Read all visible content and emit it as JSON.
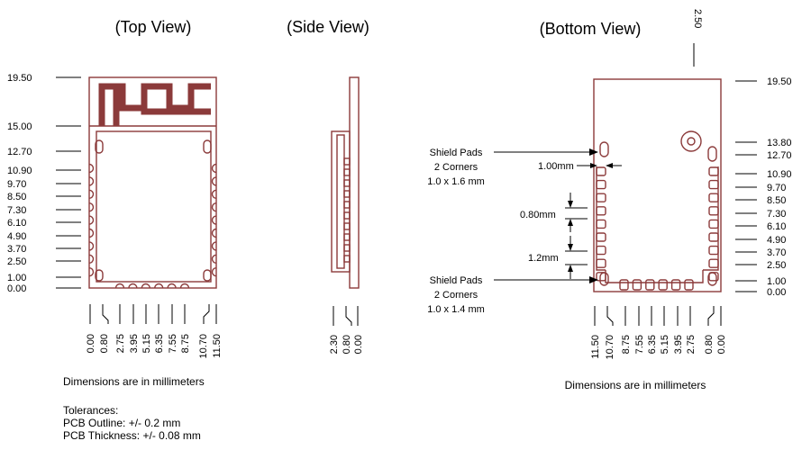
{
  "views": {
    "top": "(Top View)",
    "side": "(Side View)",
    "bottom": "(Bottom View)"
  },
  "top_y_labels": [
    "19.50",
    "15.00",
    "12.70",
    "10.90",
    "9.70",
    "8.50",
    "7.30",
    "6.10",
    "4.90",
    "3.70",
    "2.50",
    "1.00",
    "0.00"
  ],
  "top_x_labels": [
    "0.00",
    "0.80",
    "2.75",
    "3.95",
    "5.15",
    "6.35",
    "7.55",
    "8.75",
    "10.70",
    "11.50"
  ],
  "side_x_labels": [
    "2.30",
    "0.80",
    "0.00"
  ],
  "bottom_left_y_labels": [
    "19.50",
    "13.80",
    "12.70",
    "10.90",
    "9.70",
    "8.50",
    "7.30",
    "6.10",
    "4.90",
    "3.70",
    "2.50",
    "1.00",
    "0.00"
  ],
  "bottom_x_labels": [
    "11.50",
    "10.70",
    "8.75",
    "7.55",
    "6.35",
    "5.15",
    "3.95",
    "2.75",
    "0.80",
    "0.00"
  ],
  "bottom_top_label": "2.50",
  "annotations": {
    "shield_top": [
      "Shield Pads",
      "2 Corners",
      "1.0 x 1.6 mm"
    ],
    "pad_width": "1.00mm",
    "pad_pitch": "0.80mm",
    "pad_height": "1.2mm",
    "shield_bottom": [
      "Shield Pads",
      "2 Corners",
      "1.0 x 1.4 mm"
    ]
  },
  "notes": {
    "dims_left": "Dimensions are in millimeters",
    "dims_right": "Dimensions are in millimeters",
    "tolerances": "Tolerances:",
    "pcb_outline": "PCB Outline: +/- 0.2 mm",
    "pcb_thickness": "PCB Thickness: +/- 0.08 mm"
  },
  "colors": {
    "outline": "#8b3a3a",
    "ink": "#000000"
  }
}
